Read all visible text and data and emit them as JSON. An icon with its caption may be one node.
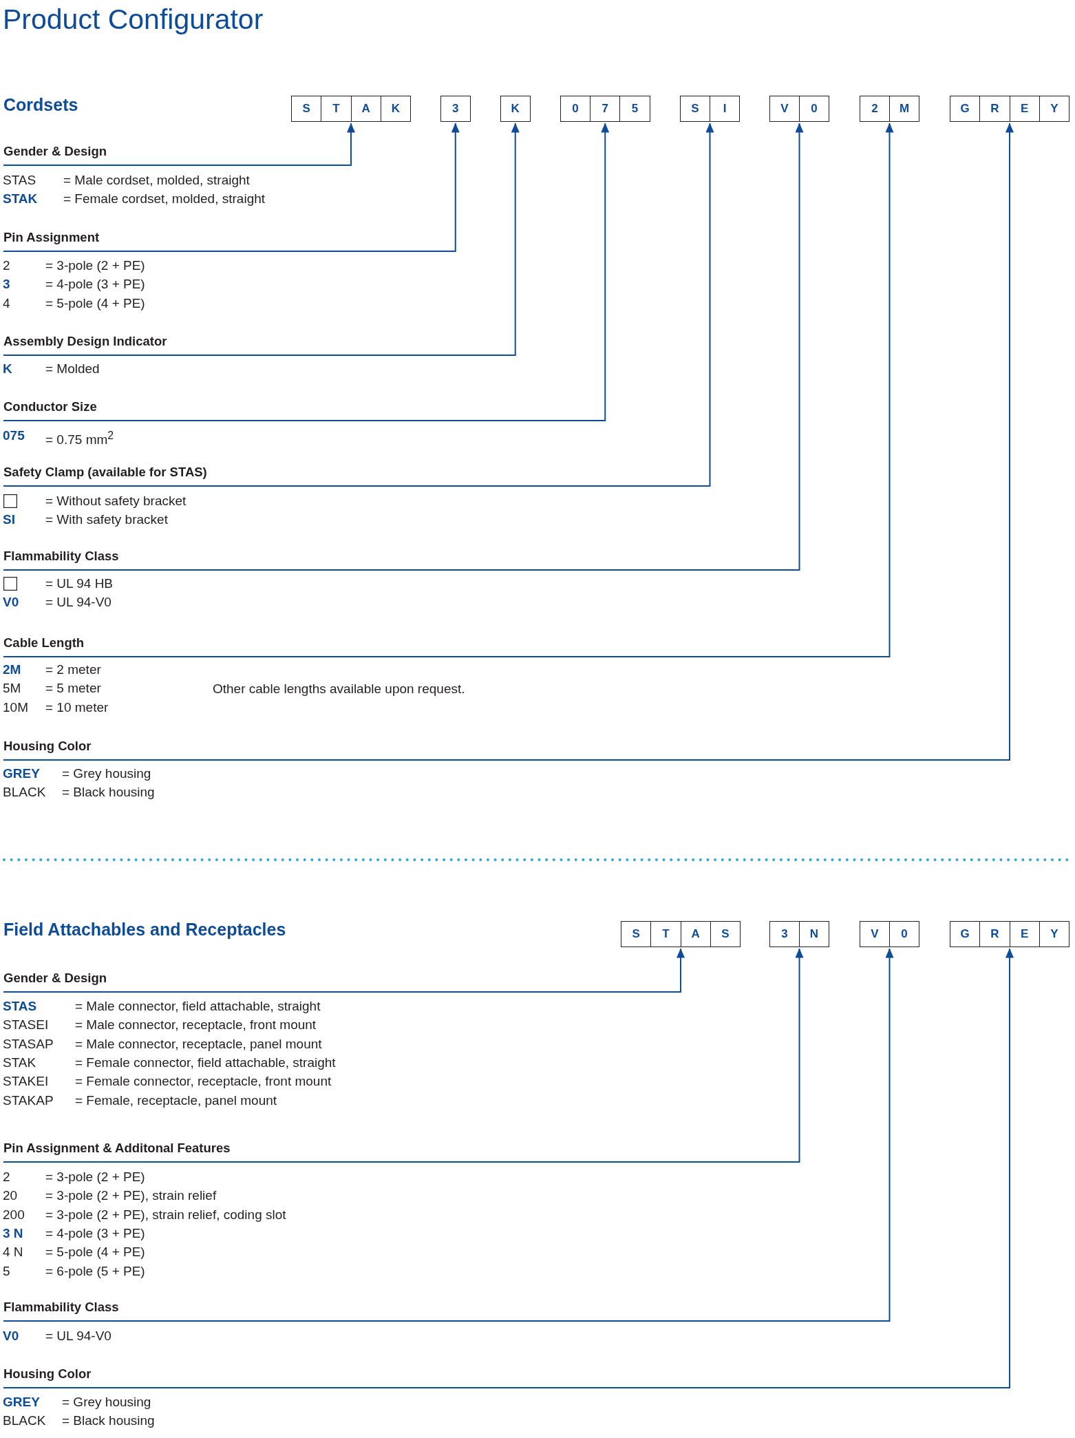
{
  "diagram": {
    "title": "Product Configurator",
    "nodes": [
      {
        "text": [
          "S",
          "T",
          "A",
          "K"
        ]
      },
      {
        "text": [
          "3"
        ]
      },
      {
        "text": [
          "K"
        ]
      },
      {
        "text": [
          "0",
          "7",
          "5"
        ]
      },
      {
        "text": [
          "S",
          "I"
        ]
      },
      {
        "text": [
          "V",
          "0"
        ]
      },
      {
        "text": [
          "2",
          "M"
        ]
      },
      {
        "text": [
          "G",
          "R",
          "E",
          "Y"
        ]
      },
      {
        "text": [
          "Gender & Design"
        ],
        "beside": [
          "STAS",
          "= Male cordset, molded, straight",
          "STAK",
          "= Female cordset, molded, straight"
        ]
      },
      {
        "text": [
          "Pin Assignment"
        ],
        "beside": [
          "2",
          "= 3-pole (2 + PE)",
          "3",
          "= 4-pole (3 + PE)",
          "4",
          "= 5-pole (4 + PE)"
        ]
      },
      {
        "text": [
          "Assembly Design Indicator"
        ],
        "beside": [
          "K",
          "= Molded"
        ]
      },
      {
        "text": [
          "Conductor Size"
        ],
        "beside": [
          "075",
          "= 0.75 mm$^{2}$"
        ]
      },
      {
        "text": [
          "Safety Clamp (available for STAS)"
        ],
        "beside": [
          "= Without safety bracket",
          "SI",
          "= With safety bracket"
        ]
      },
      {
        "text": [
          "Flammability Class"
        ],
        "beside": [
          "= UL 94 HB",
          "V0",
          "= UL 94-V0"
        ]
      },
      {
        "text": [
          "Cable Length"
        ],
        "beside": [
          "2M",
          "= 2 meter",
          "5M",
          "= 5 meter",
          "10M",
          "= 10 meter"
        ]
      },
      {
        "text": [
          "Housing Color"
        ],
        "beside": [
          "GREY",
          "= Grey housing",
          "BLACK",
          "= Black housing"
        ]
      },
      {
        "text": [
          "S",
          "T",
          "A",
          "S"
        ]
      },
      {
        "text": [
          "3",
          "N"
        ]
      },
      {
        "text": [
          "V",
          "0"
        ]
      },
      {
        "text": [
          "G",
          "R",
          "E",
          "Y"
        ]
      },
      {
        "text": [
          "Gender & Design"
        ],
        "beside": [
          "STAS",
          "= Male connector, field attachable, straight",
          "STASEI",
          "= Male connector, receptacle, front mount",
          "STASAP",
          "= Male connector, receptacle, panel mount",
          "STAK",
          "= Female connector, field attachable, straight",
          "STAKEI",
          "= Female connector, receptacle, front mount",
          "STAKAP",
          "= Female, receptacle, panel mount"
        ]
      },
      {
        "text": [
          "Pin Assignment & Additonal Features"
        ],
        "beside": [
          "2",
          "= 3-pole (2 + PE)",
          "20",
          "= 3-pole (2 + PE), strain relief",
          "200",
          "= 3-pole (2 + PE), strain relief, coding slot",
          "3 N",
          "= 4-pole (3 + PE)",
          "4 N",
          "= 5-pole (4 + PE)",
          "5",
          "= 6-pole (5 + PE)"
        ]
      },
      {
        "text": [
          "Flammability Class"
        ],
        "beside": [
          "V0",
          "= UL 94-V0"
        ]
      },
      {
        "text": [
          "Housing Color"
        ],
        "beside": [
          "GREY",
          "= Grey housing",
          "BLACK",
          "= Black housing"
        ]
      }
    ],
    "edges": [
      {
        "from": 8,
        "to": 0,
        "arrow": "to"
      },
      {
        "from": 9,
        "to": 1,
        "arrow": "to"
      },
      {
        "from": 10,
        "to": 2,
        "arrow": "to"
      },
      {
        "from": 11,
        "to": 3,
        "arrow": "to"
      },
      {
        "from": 12,
        "to": 4,
        "arrow": "to"
      },
      {
        "from": 13,
        "to": 5,
        "arrow": "to"
      },
      {
        "from": 14,
        "to": 6,
        "arrow": "to"
      },
      {
        "from": 15,
        "to": 7,
        "arrow": "to"
      },
      {
        "from": 20,
        "to": 16,
        "arrow": "to"
      },
      {
        "from": 21,
        "to": 17,
        "arrow": "to"
      },
      {
        "from": 22,
        "to": 18,
        "arrow": "to"
      },
      {
        "from": 23,
        "to": 19,
        "arrow": "to"
      }
    ],
    "labels": [
      "Cordsets",
      "Other cable lengths available upon request.",
      "Field Attachables and Receptacles"
    ]
  }
}
